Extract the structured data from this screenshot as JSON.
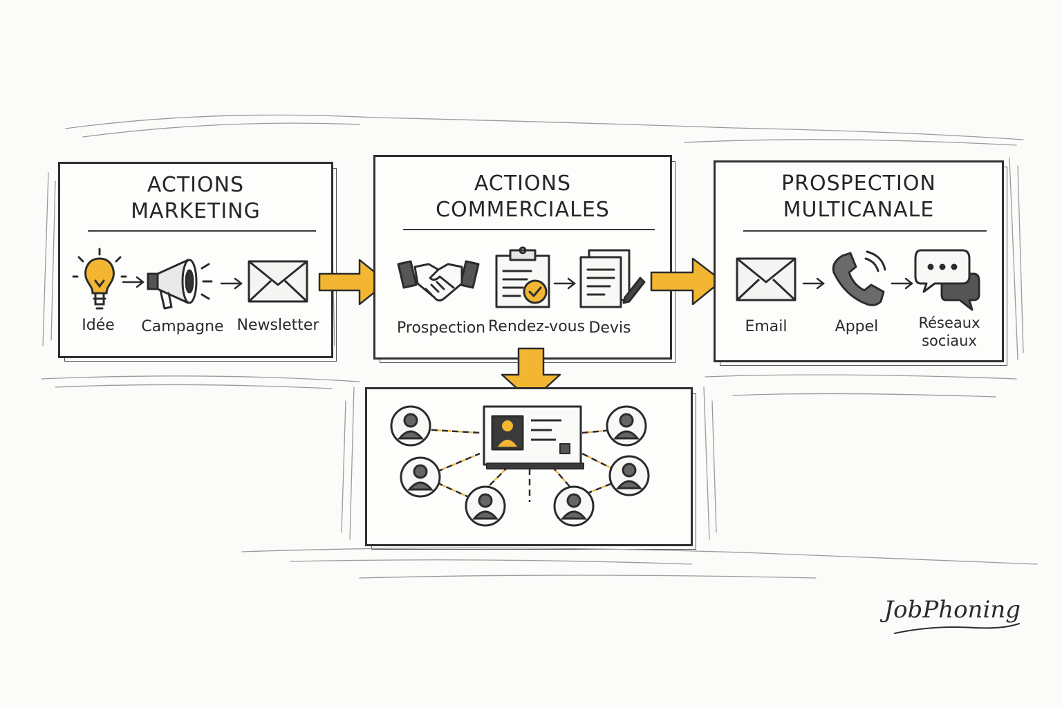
{
  "panels": [
    {
      "title_line1": "Actions",
      "title_line2": "Marketing",
      "steps": [
        "Idée",
        "Campagne",
        "Newsletter"
      ]
    },
    {
      "title_line1": "Actions",
      "title_line2": "Commerciales",
      "steps": [
        "Prospection",
        "Rendez-vous",
        "Devis"
      ]
    },
    {
      "title_line1": "Prospection",
      "title_line2": "Multicanale",
      "steps": [
        "Email",
        "Appel",
        "Réseaux sociaux"
      ]
    }
  ],
  "colors": {
    "accent": "#f2b632",
    "ink": "#2b2b2b",
    "paper": "#fbfbf9"
  },
  "network": {
    "center_icon": "contact-card-icon",
    "node_icon": "person-icon",
    "node_count": 6
  },
  "brand": "JobPhoning"
}
